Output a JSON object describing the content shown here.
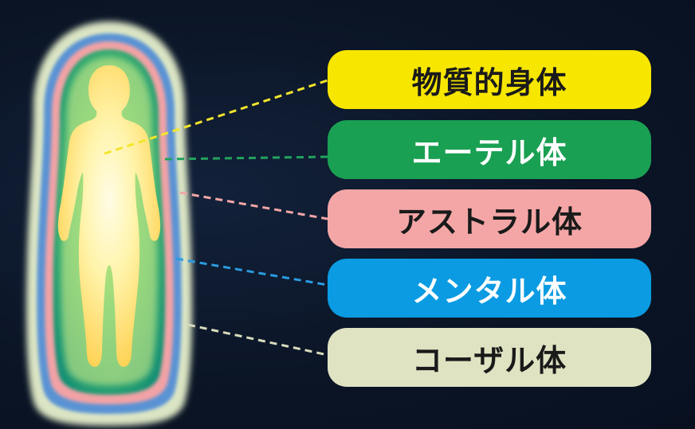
{
  "diagram": {
    "bodies": [
      {
        "id": "physical",
        "label": "物質的身体",
        "pill_color": "#f7e600",
        "text_color": "#1a1a1a",
        "line_color": "#f2e52c"
      },
      {
        "id": "etheric",
        "label": "エーテル体",
        "pill_color": "#1aa053",
        "text_color": "#ffffff",
        "line_color": "#22a35e"
      },
      {
        "id": "astral",
        "label": "アストラル体",
        "pill_color": "#f4a6a6",
        "text_color": "#1a1a1a",
        "line_color": "#f2a6a6"
      },
      {
        "id": "mental",
        "label": "メンタル体",
        "pill_color": "#0b9be2",
        "text_color": "#ffffff",
        "line_color": "#2b9be0"
      },
      {
        "id": "causal",
        "label": "コーザル体",
        "pill_color": "#dfe3c2",
        "text_color": "#1a1a1a",
        "line_color": "#d8dcbc"
      }
    ],
    "aura_layers": {
      "causal": "#dde6c6",
      "mental": "#5f95d6",
      "astral": "#f3a3a6",
      "etheric": "#1f9a6e",
      "physical_glow": "#fff7c4",
      "physical_body": "#ffd760"
    },
    "icon": "human-silhouette-icon"
  }
}
